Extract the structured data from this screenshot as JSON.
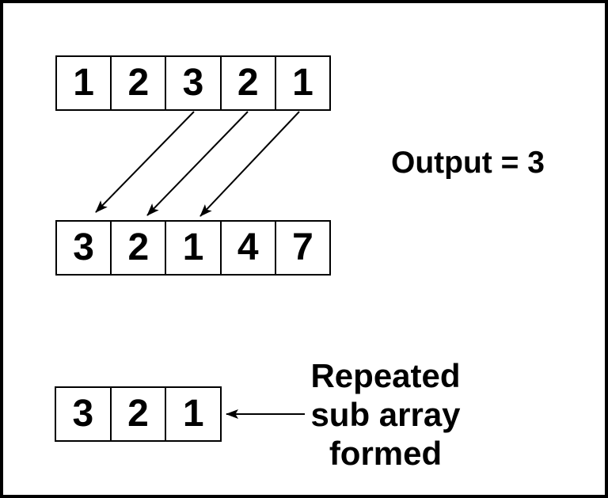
{
  "colors": {
    "ink": "#000000",
    "background": "#ffffff"
  },
  "diagram": {
    "top_array": {
      "values": [
        "1",
        "2",
        "3",
        "2",
        "1"
      ]
    },
    "second_array": {
      "values": [
        "3",
        "2",
        "1",
        "4",
        "7"
      ]
    },
    "result_array": {
      "values": [
        "3",
        "2",
        "1"
      ]
    },
    "output_text": "Output = 3",
    "annotation": {
      "lines": [
        "Repeated",
        "sub array",
        "formed"
      ]
    },
    "arrows": {
      "mappings": [
        {
          "from": "top_array.cell_3",
          "to": "second_array.cell_1"
        },
        {
          "from": "top_array.cell_4",
          "to": "second_array.cell_2"
        },
        {
          "from": "top_array.cell_5",
          "to": "second_array.cell_3"
        }
      ],
      "pointer": {
        "from": "annotation",
        "to": "result_array"
      }
    }
  }
}
